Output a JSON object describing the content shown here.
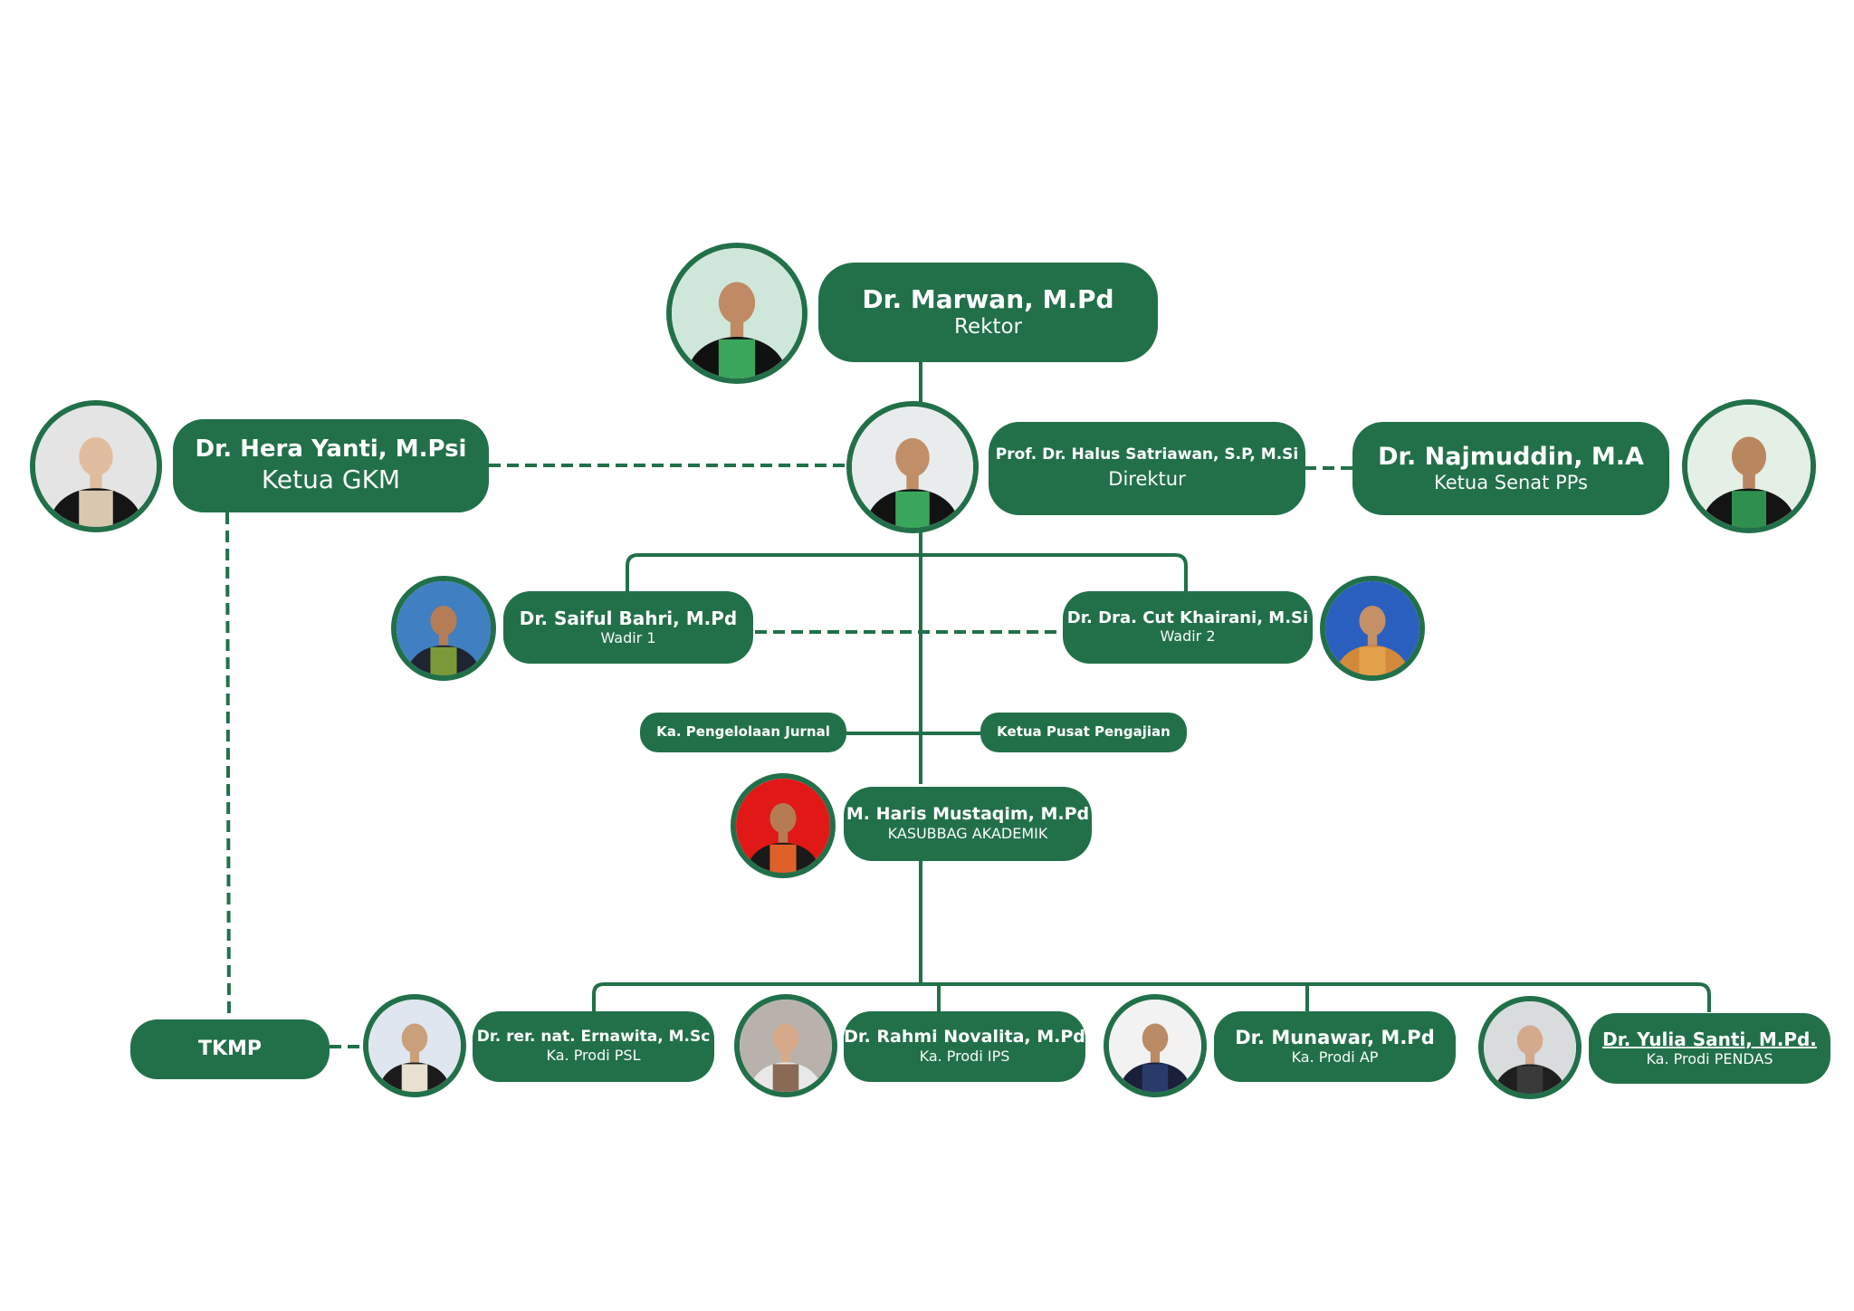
{
  "theme": {
    "pill_color": "#22704a",
    "line_color": "#22704a",
    "text_color": "#ffffff"
  },
  "rektor": {
    "name": "Dr. Marwan, M.Pd",
    "role": "Rektor",
    "photo": {
      "bg": "#cfe7da",
      "skin": "#c08a64",
      "robe": "#111111",
      "accent": "#3aa65c"
    }
  },
  "gkm": {
    "name": "Dr. Hera Yanti, M.Psi",
    "role": "Ketua GKM",
    "photo": {
      "bg": "#e4e4e4",
      "skin": "#e1bda0",
      "robe": "#151515",
      "accent": "#d8c8b0"
    }
  },
  "direktur": {
    "name": "Prof. Dr. Halus Satriawan, S.P, M.Si",
    "role": "Direktur",
    "photo": {
      "bg": "#e9ecec",
      "skin": "#c08f68",
      "robe": "#121212",
      "accent": "#3aa65c"
    }
  },
  "senat": {
    "name": "Dr. Najmuddin, M.A",
    "role": "Ketua Senat PPs",
    "photo": {
      "bg": "#e4efe6",
      "skin": "#b88760",
      "robe": "#141414",
      "accent": "#2f8f4e"
    }
  },
  "wadir1": {
    "name": "Dr. Saiful Bahri, M.Pd",
    "role": "Wadir 1",
    "photo": {
      "bg": "#3f7fc2",
      "skin": "#b47d55",
      "robe": "#1e2430",
      "accent": "#7a9a3a"
    }
  },
  "wadir2": {
    "name": "Dr. Dra. Cut Khairani, M.Si",
    "role": "Wadir 2",
    "photo": {
      "bg": "#2a5fc0",
      "skin": "#c49066",
      "robe": "#d28a3a",
      "accent": "#e3a04a"
    }
  },
  "jurnal": {
    "label": "Ka. Pengelolaan Jurnal"
  },
  "pengajian": {
    "label": "Ketua Pusat Pengajian"
  },
  "akademik": {
    "name": "M. Haris Mustaqim, M.Pd",
    "role": "KASUBBAG AKADEMIK",
    "photo": {
      "bg": "#e01818",
      "skin": "#b67b52",
      "robe": "#1a1a1a",
      "accent": "#e0602a"
    }
  },
  "tkmp": {
    "label": "TKMP"
  },
  "prodi": [
    {
      "name": "Dr. rer. nat. Ernawita, M.Sc",
      "role": "Ka. Prodi PSL",
      "photo": {
        "bg": "#dfe6ef",
        "skin": "#caa07c",
        "robe": "#1b1b1b",
        "accent": "#e8e0d0"
      }
    },
    {
      "name": "Dr. Rahmi Novalita, M.Pd",
      "role": "Ka. Prodi IPS",
      "photo": {
        "bg": "#b9b2ac",
        "skin": "#d6a98a",
        "robe": "#e8e8e8",
        "accent": "#8a6a56"
      }
    },
    {
      "name": "Dr. Munawar, M.Pd",
      "role": "Ka. Prodi AP",
      "photo": {
        "bg": "#f2f2f2",
        "skin": "#b98b66",
        "robe": "#1a1f3a",
        "accent": "#2a3a6a"
      }
    },
    {
      "name": "Dr. Yulia Santi, M.Pd.",
      "role": "Ka. Prodi PENDAS",
      "photo": {
        "bg": "#d9dcdd",
        "skin": "#d3aa8c",
        "robe": "#1f1f1f",
        "accent": "#3a3a3a"
      }
    }
  ]
}
